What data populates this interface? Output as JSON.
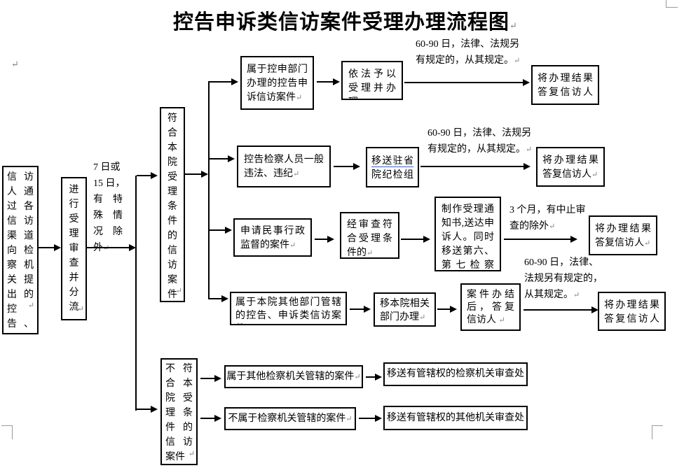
{
  "title": "控告申诉类信访案件受理办理流程图",
  "marks": {
    "para": "↵"
  },
  "colors": {
    "line": "#000000",
    "link_underline": "#3a5fcd",
    "boundary_mark_gray": "#9a9a9a"
  },
  "nodes": {
    "source": "信访人通过各信访渠道向检察机关提出的控告、申诉",
    "triage": "进行受理审查并分流",
    "qualify": "符合本院受理条件的信访案件",
    "not_qualify": "不符合本院受理条件的信访案件",
    "r1_case": "属于控申部门办理的控告申诉信访案件",
    "r1_action": "依法予以受理并办理",
    "r1_result": "将办理结果答复信访人",
    "r2_case": "控告检察人员一般违法、违纪",
    "r2_action_link": "移送驻省",
    "r2_action_rest": "院纪检组",
    "r2_result": "将办理结果答复信访人",
    "r3_case": "申请民事行政监督的案件",
    "r3_check": "经审查符合受理条件的",
    "r3_action": "制作受理通知书,送达申诉人。同时移送第六、第七检察部。",
    "r3_result": "将办理结果答复信访人",
    "r4_case": "属于本院其他部门管辖的控告、申诉类信访案件",
    "r4_action": "移本院相关部门办理",
    "r4_mid": "案件办结后，答复信访人",
    "r4_result": "将办理结果答复信访人",
    "r5_case": "属于其他检察机关管辖的案件",
    "r5_action": "移送有管辖权的检察机关审查处",
    "r6_case": "不属于检察机关管辖的案件",
    "r6_action": "移送有管辖权的其他机关审查处"
  },
  "annotations": {
    "triage_time": "7 日或\n15 日，\n有　特\n殊　情\n况　除\n外",
    "r1_time": "60-90 日，法律、法规另\n有规定的，从其规定。",
    "r2_time": "60-90 日，法律、法规另\n有规定的，从其规定。",
    "r3_time": "3 个月，有中止审\n查的除外",
    "r4_time": "60-90 日，法律、\n法规另有规定的，\n从其规定。"
  }
}
